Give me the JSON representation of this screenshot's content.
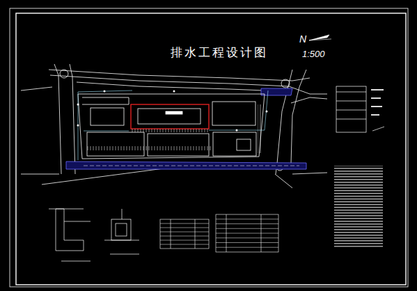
{
  "diagram": {
    "title": "排水工程设计图",
    "labels": [
      "N",
      "1:500"
    ]
  }
}
